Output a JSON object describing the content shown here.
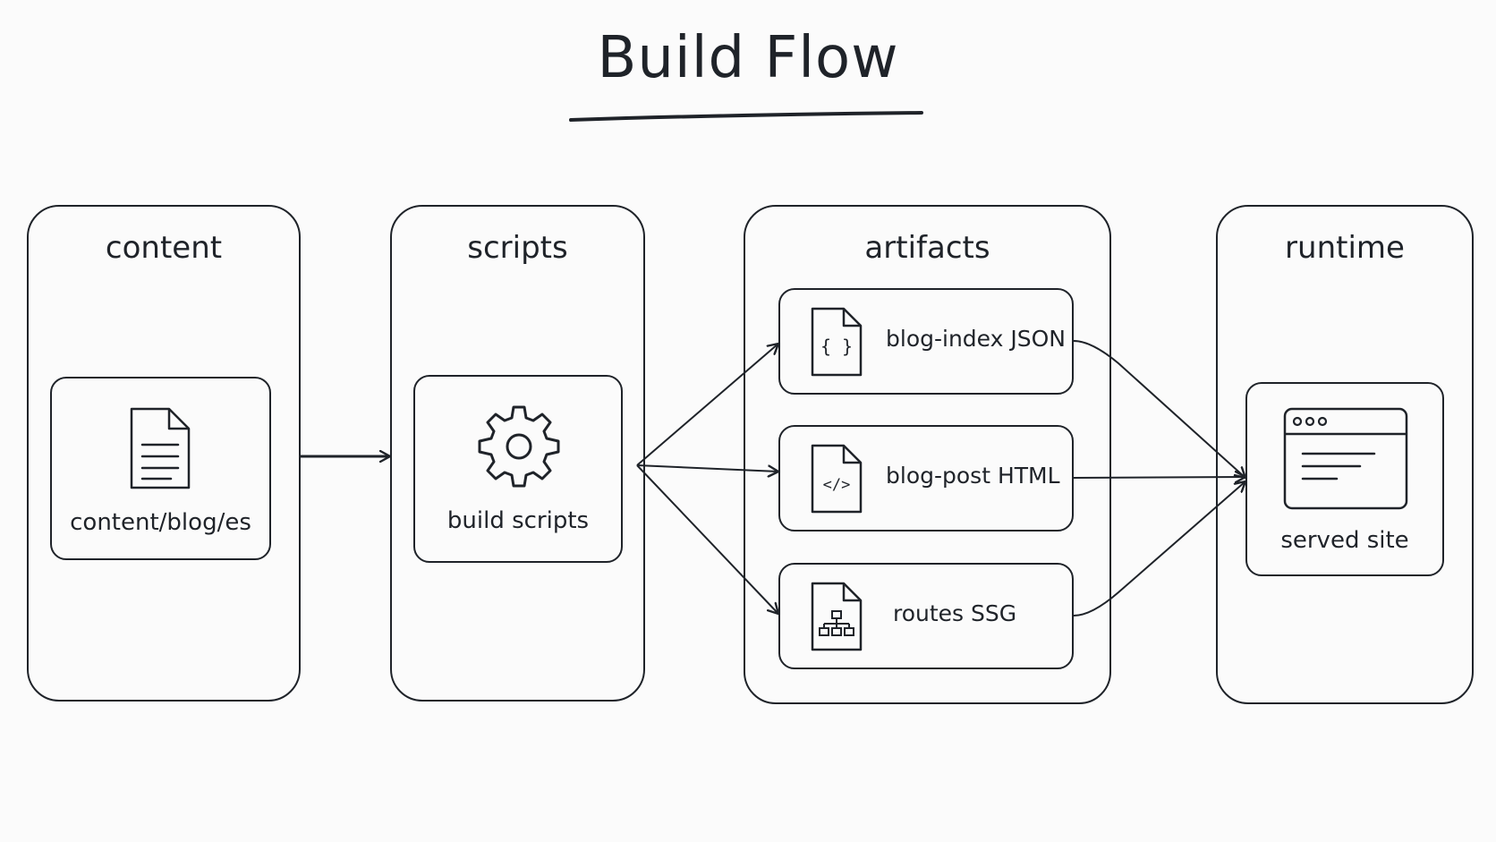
{
  "title": "Build Flow",
  "lanes": {
    "content": "content",
    "scripts": "scripts",
    "artifacts": "artifacts",
    "runtime": "runtime"
  },
  "cards": {
    "content_source": {
      "label": "content/blog/es",
      "icon": "document-icon"
    },
    "build_scripts": {
      "label": "build scripts",
      "icon": "gear-icon"
    },
    "blog_index": {
      "label": "blog-index JSON",
      "icon": "json-file-icon"
    },
    "blog_post": {
      "label": "blog-post HTML",
      "icon": "html-file-icon"
    },
    "routes": {
      "label": "routes SSG",
      "icon": "sitemap-file-icon"
    },
    "served_site": {
      "label": "served site",
      "icon": "browser-window-icon"
    }
  },
  "colors": {
    "stroke": "#1f2329",
    "background": "#fbfbfb"
  }
}
